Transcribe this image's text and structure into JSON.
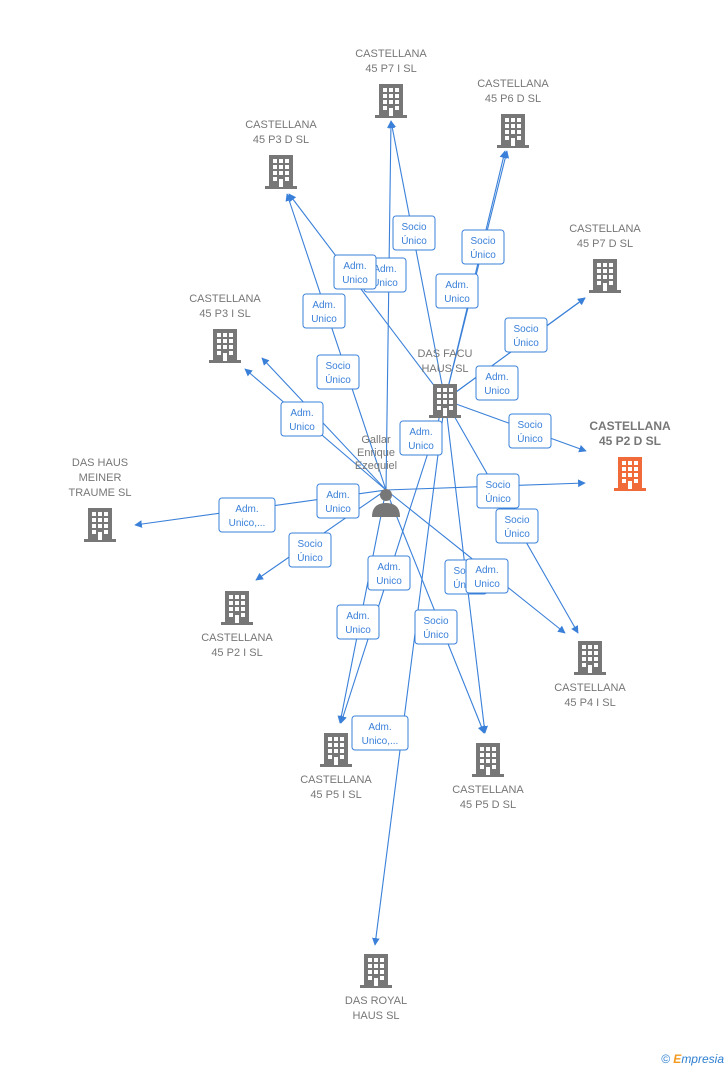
{
  "colors": {
    "edge": "#3a80d9",
    "node": "#777777",
    "highlight": "#f06a3a"
  },
  "person": {
    "icon": "person-icon",
    "lines": [
      "Gallar",
      "Enrique",
      "Ezequiel"
    ]
  },
  "companies": [
    {
      "id": "p7i",
      "lines": [
        "CASTELLANA",
        "45 P7 I  SL"
      ]
    },
    {
      "id": "p6d",
      "lines": [
        "CASTELLANA",
        "45 P6 D  SL"
      ]
    },
    {
      "id": "p3d",
      "lines": [
        "CASTELLANA",
        "45 P3 D  SL"
      ]
    },
    {
      "id": "p7d",
      "lines": [
        "CASTELLANA",
        "45 P7 D  SL"
      ]
    },
    {
      "id": "p3i",
      "lines": [
        "CASTELLANA",
        "45 P3 I  SL"
      ]
    },
    {
      "id": "facu",
      "lines": [
        "DAS FACU",
        "HAUS  SL"
      ]
    },
    {
      "id": "p2d",
      "lines": [
        "CASTELLANA",
        "45 P2 D  SL"
      ],
      "highlight": true
    },
    {
      "id": "meiner",
      "lines": [
        "DAS HAUS",
        "MEINER",
        "TRAUME  SL"
      ]
    },
    {
      "id": "p2i",
      "lines": [
        "CASTELLANA",
        "45 P2 I  SL"
      ]
    },
    {
      "id": "p4i",
      "lines": [
        "CASTELLANA",
        "45 P4 I  SL"
      ]
    },
    {
      "id": "p5i",
      "lines": [
        "CASTELLANA",
        "45 P5 I  SL"
      ]
    },
    {
      "id": "p5d",
      "lines": [
        "CASTELLANA",
        "45 P5 D  SL"
      ]
    },
    {
      "id": "royal",
      "lines": [
        "DAS ROYAL",
        "HAUS  SL"
      ]
    }
  ],
  "relations": [
    {
      "lines": [
        "Socio",
        "Único"
      ]
    },
    {
      "lines": [
        "Adm.",
        "Unico"
      ]
    },
    {
      "lines": [
        "Socio",
        "Único"
      ]
    },
    {
      "lines": [
        "Adm.",
        "Unico"
      ]
    },
    {
      "lines": [
        "Socio",
        "Único"
      ]
    },
    {
      "lines": [
        "Adm.",
        "Unico"
      ]
    },
    {
      "lines": [
        "Adm.",
        "Unico"
      ]
    },
    {
      "lines": [
        "Socio",
        "Único"
      ]
    },
    {
      "lines": [
        "Adm.",
        "Unico"
      ]
    },
    {
      "lines": [
        "Socio",
        "Único"
      ]
    },
    {
      "lines": [
        "Adm.",
        "Unico"
      ]
    },
    {
      "lines": [
        "Socio",
        "Único"
      ]
    },
    {
      "lines": [
        "Adm.",
        "Unico,..."
      ]
    },
    {
      "lines": [
        "Adm.",
        "Unico"
      ]
    },
    {
      "lines": [
        "Socio",
        "Único"
      ]
    },
    {
      "lines": [
        "Adm.",
        "Unico"
      ]
    },
    {
      "lines": [
        "Socio",
        "Único"
      ]
    },
    {
      "lines": [
        "Socio",
        "Único"
      ]
    },
    {
      "lines": [
        "Adm.",
        "Unico"
      ]
    },
    {
      "lines": [
        "Adm.",
        "Unico"
      ]
    },
    {
      "lines": [
        "Socio",
        "Único"
      ]
    },
    {
      "lines": [
        "Adm.",
        "Unico"
      ]
    },
    {
      "lines": [
        "Adm.",
        "Unico"
      ]
    },
    {
      "lines": [
        "Adm.",
        "Unico,..."
      ]
    },
    {
      "lines": [
        "Adm.",
        "Unico..."
      ]
    }
  ],
  "brand": {
    "symbol": "©",
    "initial": "E",
    "rest": "mpresia"
  }
}
